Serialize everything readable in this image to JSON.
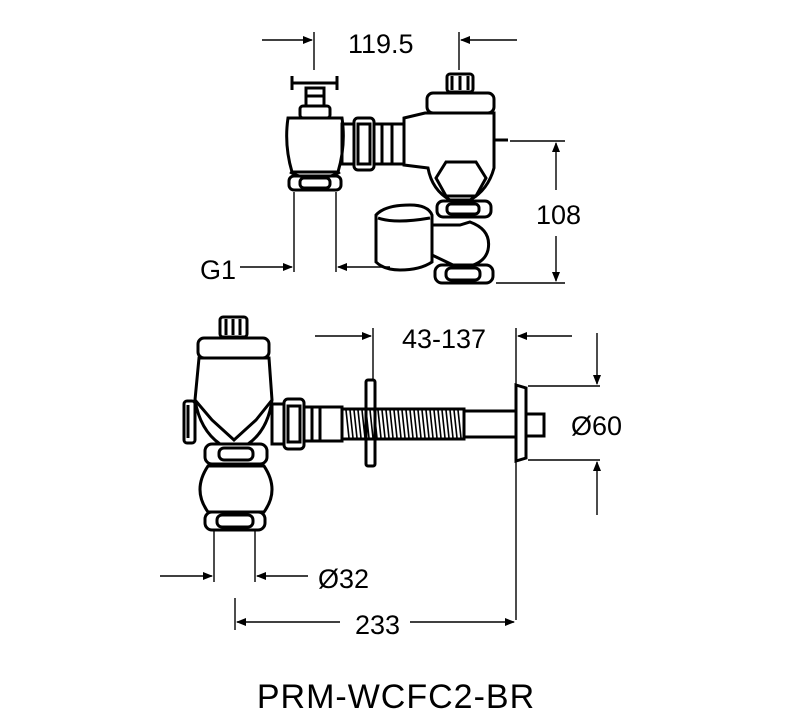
{
  "dimensions": {
    "top_width": "119.5",
    "top_height": "108",
    "inlet_thread": "G1",
    "adjust_range": "43-137",
    "flange_diameter": "Ø60",
    "outlet_diameter": "Ø32",
    "total_length": "233"
  },
  "model": "PRM-WCFC2-BR"
}
